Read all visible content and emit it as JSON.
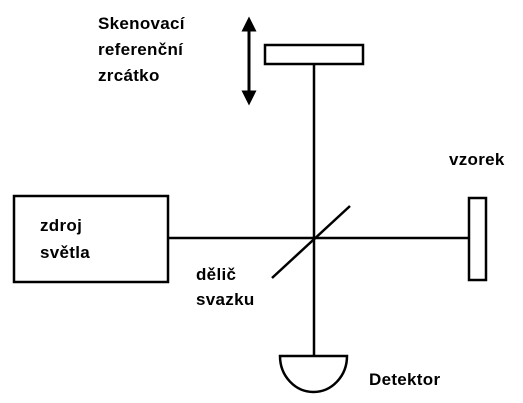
{
  "labels": {
    "mirror": "Skenovací\nreferenční\nzrcátko",
    "source": "zdroj\nsvětla",
    "splitter": "dělič\nsvazku",
    "sample": "vzorek",
    "detector": "Detektor"
  },
  "colors": {
    "line": "#000000",
    "background": "#ffffff"
  }
}
